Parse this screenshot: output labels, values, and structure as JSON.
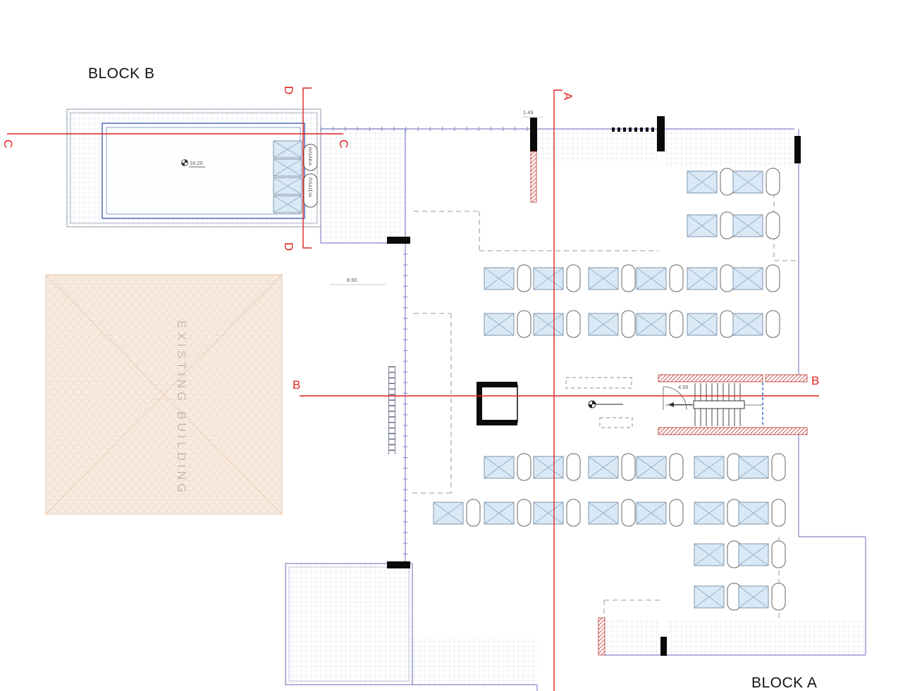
{
  "drawing": {
    "title_block_b": "BLOCK B",
    "title_block_a": "BLOCK A",
    "existing_building": "EXISTING BUILDING",
    "solar_panels_line1": "ΗΛΙΑΚΑ",
    "solar_panels_line2": "ΠΛΑΙΣΙΑ",
    "pool_level": "16.20",
    "stair_dim": "4.55",
    "top_dim": "1.43",
    "left_dim": "8.50"
  },
  "sections": {
    "a": {
      "label": "A"
    },
    "b": {
      "label": "B"
    },
    "c": {
      "label": "C"
    },
    "d": {
      "label": "D"
    }
  },
  "colors": {
    "section_line": "#e02222",
    "wall_hatch_red": "#c23228",
    "wall_black": "#0a0a0a",
    "boundary_purple": "#8585c8",
    "pool_blue": "#5b74b8",
    "panel_fill": "#d9e9f6",
    "existing_fill": "#faf0e7",
    "existing_line": "#e7cbb6",
    "grid_line": "#d7dde8",
    "background": "#ffffff"
  },
  "loungers": {
    "pairs": [
      [
        975,
        243
      ],
      [
        1040,
        243
      ],
      [
        975,
        305
      ],
      [
        1040,
        305
      ],
      [
        687,
        380
      ],
      [
        757,
        380
      ],
      [
        835,
        380
      ],
      [
        903,
        380
      ],
      [
        975,
        380
      ],
      [
        1040,
        380
      ],
      [
        687,
        445
      ],
      [
        757,
        445
      ],
      [
        835,
        445
      ],
      [
        903,
        445
      ],
      [
        975,
        445
      ],
      [
        1040,
        445
      ],
      [
        687,
        648
      ],
      [
        757,
        648
      ],
      [
        835,
        648
      ],
      [
        903,
        648
      ],
      [
        985,
        648
      ],
      [
        1048,
        648
      ],
      [
        615,
        713
      ],
      [
        687,
        713
      ],
      [
        757,
        713
      ],
      [
        835,
        713
      ],
      [
        903,
        713
      ],
      [
        985,
        713
      ],
      [
        1048,
        713
      ],
      [
        985,
        772
      ],
      [
        1048,
        772
      ],
      [
        985,
        832
      ],
      [
        1048,
        832
      ]
    ]
  }
}
